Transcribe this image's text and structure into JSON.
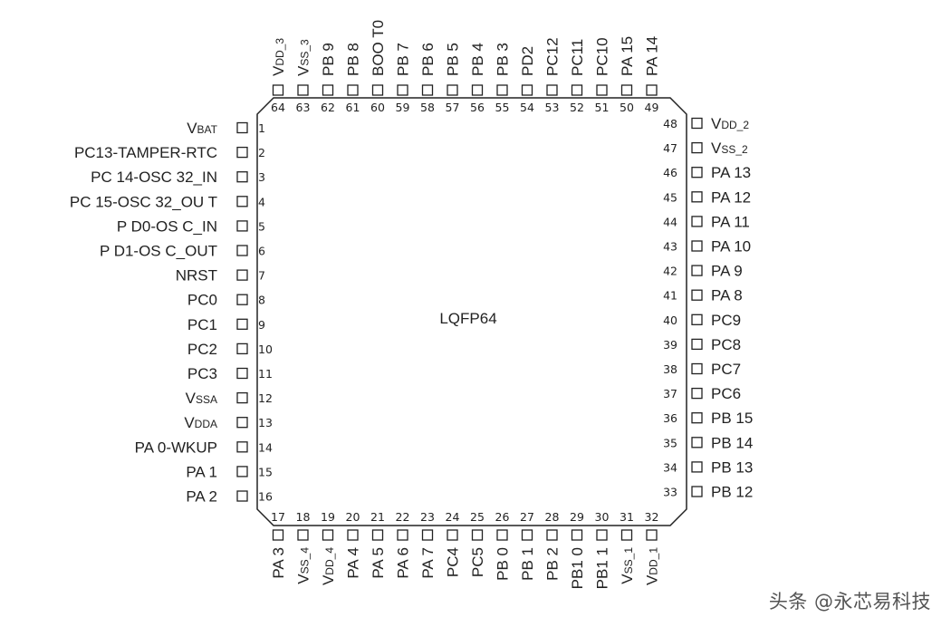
{
  "chip": {
    "name": "LQFP64"
  },
  "watermark": "头条 @永芯易科技",
  "left_pins": [
    {
      "num": "1",
      "label": "VBAT",
      "html": "V<tspan class='sub'>BAT</tspan>"
    },
    {
      "num": "2",
      "label": "PC13-TAMPER-RTC"
    },
    {
      "num": "3",
      "label": "PC 14-OSC 32_IN"
    },
    {
      "num": "4",
      "label": "PC 15-OSC 32_OU T"
    },
    {
      "num": "5",
      "label": "P D0-OS C_IN"
    },
    {
      "num": "6",
      "label": "P D1-OS C_OUT"
    },
    {
      "num": "7",
      "label": "NRST"
    },
    {
      "num": "8",
      "label": "PC0"
    },
    {
      "num": "9",
      "label": "PC1"
    },
    {
      "num": "10",
      "label": "PC2"
    },
    {
      "num": "11",
      "label": "PC3"
    },
    {
      "num": "12",
      "label": "VSSA"
    },
    {
      "num": "13",
      "label": "VDDA"
    },
    {
      "num": "14",
      "label": "PA 0-WKUP"
    },
    {
      "num": "15",
      "label": "PA 1"
    },
    {
      "num": "16",
      "label": "PA 2"
    }
  ],
  "bottom_pins": [
    {
      "num": "17",
      "label": "PA 3"
    },
    {
      "num": "18",
      "label": "VSS_4"
    },
    {
      "num": "19",
      "label": "VDD_4"
    },
    {
      "num": "20",
      "label": "PA 4"
    },
    {
      "num": "21",
      "label": "PA 5"
    },
    {
      "num": "22",
      "label": "PA 6"
    },
    {
      "num": "23",
      "label": "PA 7"
    },
    {
      "num": "24",
      "label": "PC4"
    },
    {
      "num": "25",
      "label": "PC5"
    },
    {
      "num": "26",
      "label": "PB 0"
    },
    {
      "num": "27",
      "label": "PB 1"
    },
    {
      "num": "28",
      "label": "PB 2"
    },
    {
      "num": "29",
      "label": "PB1 0"
    },
    {
      "num": "30",
      "label": "PB1 1"
    },
    {
      "num": "31",
      "label": "VSS_1"
    },
    {
      "num": "32",
      "label": "VDD_1"
    }
  ],
  "right_pins": [
    {
      "num": "48",
      "label": "VDD_2"
    },
    {
      "num": "47",
      "label": "VSS_2"
    },
    {
      "num": "46",
      "label": "PA 13"
    },
    {
      "num": "45",
      "label": "PA 12"
    },
    {
      "num": "44",
      "label": "PA 11"
    },
    {
      "num": "43",
      "label": "PA 10"
    },
    {
      "num": "42",
      "label": "PA 9"
    },
    {
      "num": "41",
      "label": "PA 8"
    },
    {
      "num": "40",
      "label": "PC9"
    },
    {
      "num": "39",
      "label": "PC8"
    },
    {
      "num": "38",
      "label": "PC7"
    },
    {
      "num": "37",
      "label": "PC6"
    },
    {
      "num": "36",
      "label": "PB 15"
    },
    {
      "num": "35",
      "label": "PB 14"
    },
    {
      "num": "34",
      "label": "PB 13"
    },
    {
      "num": "33",
      "label": "PB 12"
    }
  ],
  "top_pins": [
    {
      "num": "64",
      "label": "VDD_3"
    },
    {
      "num": "63",
      "label": "VSS_3"
    },
    {
      "num": "62",
      "label": "PB 9"
    },
    {
      "num": "61",
      "label": "PB 8"
    },
    {
      "num": "60",
      "label": "BOO T0"
    },
    {
      "num": "59",
      "label": "PB 7"
    },
    {
      "num": "58",
      "label": "PB 6"
    },
    {
      "num": "57",
      "label": "PB 5"
    },
    {
      "num": "56",
      "label": "PB 4"
    },
    {
      "num": "55",
      "label": "PB 3"
    },
    {
      "num": "54",
      "label": "PD2"
    },
    {
      "num": "53",
      "label": "PC12"
    },
    {
      "num": "52",
      "label": "PC11"
    },
    {
      "num": "51",
      "label": "PC10"
    },
    {
      "num": "50",
      "label": "PA 15"
    },
    {
      "num": "49",
      "label": "PA 14"
    }
  ]
}
